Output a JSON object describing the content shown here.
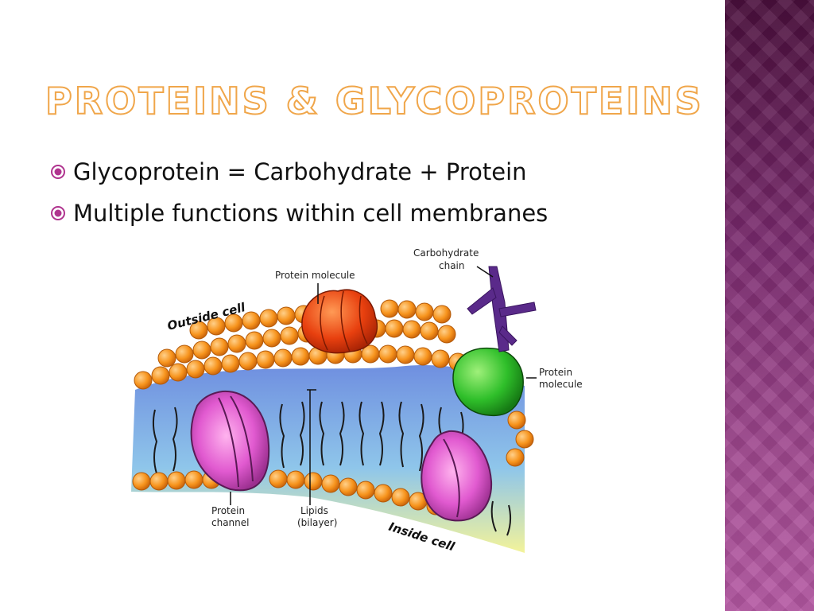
{
  "slide": {
    "title": "Proteins & Glycoproteins",
    "bullets": [
      "Glycoprotein = Carbohydrate + Protein",
      "Multiple functions within cell membranes"
    ]
  },
  "diagram": {
    "labels": {
      "outside": "Outside cell",
      "inside": "Inside cell",
      "protein_molecule_top": "Protein molecule",
      "carb_line1": "Carbohydrate",
      "carb_line2": "chain",
      "protein_right_line1": "Protein",
      "protein_right_line2": "molecule",
      "channel_line1": "Protein",
      "channel_line2": "channel",
      "lipids_line1": "Lipids",
      "lipids_line2": "(bilayer)"
    }
  },
  "colors": {
    "accent": "#f0a64a",
    "side_band": "#7a2a6e",
    "bullet": "#b0348f"
  }
}
